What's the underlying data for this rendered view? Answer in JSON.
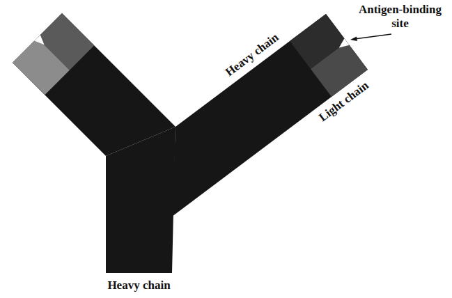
{
  "diagram": {
    "labels": [
      "Heavy chain",
      "Antigen-binding site",
      "Light chain",
      "Heavy chain"
    ]
  }
}
